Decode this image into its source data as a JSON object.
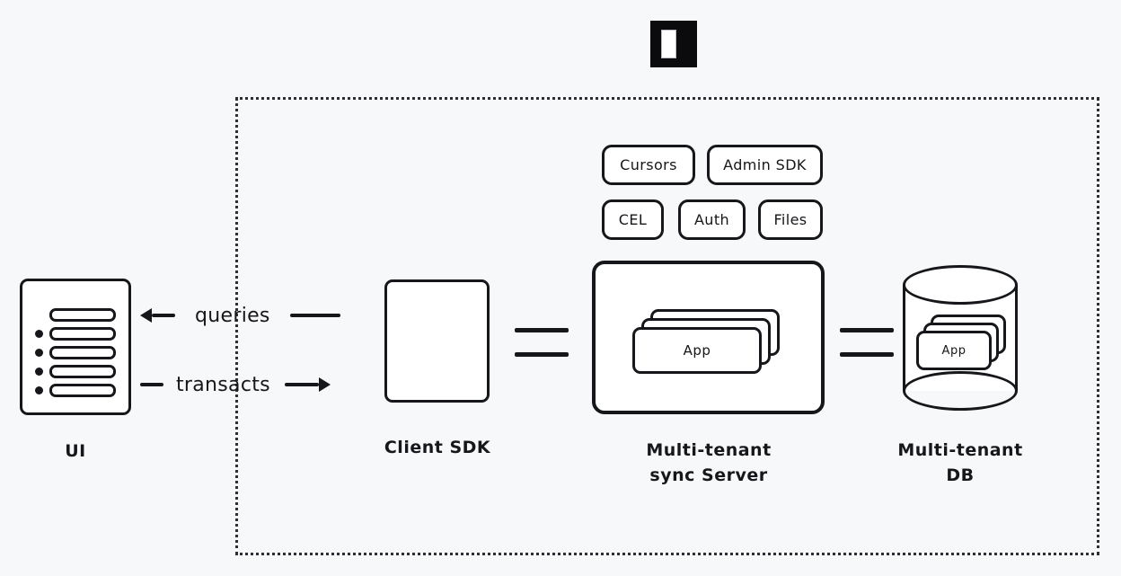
{
  "diagram": {
    "background_color": "#f7f8fa",
    "ink_color": "#15171a",
    "logo": {
      "name": "instant-logo-mark",
      "shape": "black-square-with-white-bar"
    },
    "boundary": {
      "name": "platform-boundary",
      "style": "dotted"
    },
    "badges": [
      {
        "id": "cursors",
        "label": "Cursors"
      },
      {
        "id": "admin-sdk",
        "label": "Admin SDK"
      },
      {
        "id": "cel",
        "label": "CEL"
      },
      {
        "id": "auth",
        "label": "Auth"
      },
      {
        "id": "files",
        "label": "Files"
      }
    ],
    "nodes": {
      "ui": {
        "caption": "UI",
        "rows": 5,
        "bullets": 4
      },
      "client_sdk": {
        "caption": "Client SDK"
      },
      "sync_server": {
        "caption_line1": "Multi-tenant",
        "caption_line2": "sync Server",
        "card_label": "App",
        "card_count": 3
      },
      "db": {
        "caption_line1": "Multi-tenant",
        "caption_line2": "DB",
        "card_label": "App",
        "card_count": 3
      }
    },
    "flows": [
      {
        "id": "queries",
        "label": "queries",
        "direction": "left",
        "from": "Client SDK",
        "to": "UI"
      },
      {
        "id": "transacts",
        "label": "transacts",
        "direction": "right",
        "from": "UI",
        "to": "Client SDK"
      }
    ],
    "connectors": [
      {
        "id": "sdk-to-server",
        "style": "double-line"
      },
      {
        "id": "server-to-db",
        "style": "double-line"
      }
    ]
  }
}
